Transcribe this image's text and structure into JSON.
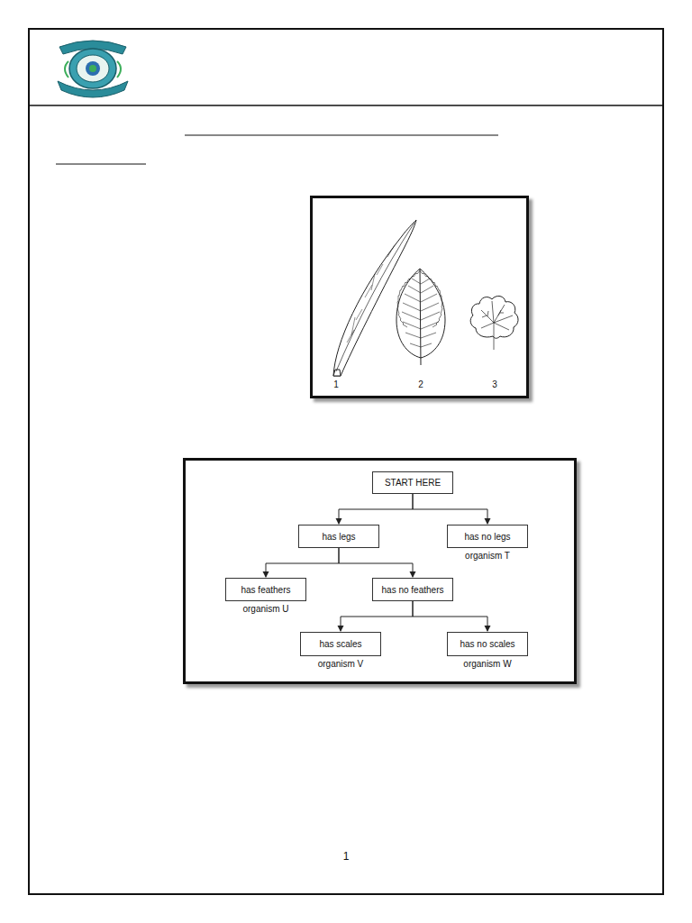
{
  "diagram": {
    "nodes": [
      {
        "text": [
          "START HERE"
        ]
      },
      {
        "text": [
          "has legs"
        ]
      },
      {
        "text": [
          "has no legs",
          "organism T"
        ]
      },
      {
        "text": [
          "has feathers",
          "organism U"
        ]
      },
      {
        "text": [
          "has no feathers"
        ]
      },
      {
        "text": [
          "has scales",
          "organism V"
        ]
      },
      {
        "text": [
          "has no scales",
          "organism W"
        ]
      }
    ],
    "edges": [
      {
        "from": 0,
        "to": 1,
        "arrow": "to"
      },
      {
        "from": 0,
        "to": 2,
        "arrow": "to"
      },
      {
        "from": 1,
        "to": 3,
        "arrow": "to"
      },
      {
        "from": 1,
        "to": 4,
        "arrow": "to"
      },
      {
        "from": 4,
        "to": 5,
        "arrow": "to"
      },
      {
        "from": 4,
        "to": 6,
        "arrow": "to"
      }
    ],
    "labels": [
      "1",
      "2",
      "3",
      "1"
    ]
  }
}
